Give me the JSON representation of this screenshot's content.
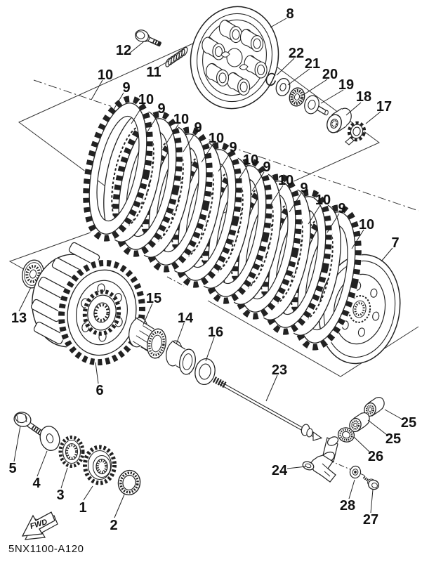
{
  "figure": {
    "background": "#ffffff",
    "line_color": "#222222"
  },
  "parts": {
    "1": "1",
    "2": "2",
    "3": "3",
    "4": "4",
    "5": "5",
    "6": "6",
    "7": "7",
    "8": "8",
    "9": "9",
    "10": "10",
    "11": "11",
    "12": "12",
    "13": "13",
    "14": "14",
    "15": "15",
    "16": "16",
    "17": "17",
    "18": "18",
    "19": "19",
    "20": "20",
    "21": "21",
    "22": "22",
    "23": "23",
    "24": "24",
    "25": "25",
    "26": "26",
    "27": "27",
    "28": "28"
  },
  "footer": {
    "diagram_code": "5NX1100-A120"
  },
  "fwd_arrow": {
    "label": "FWD"
  }
}
